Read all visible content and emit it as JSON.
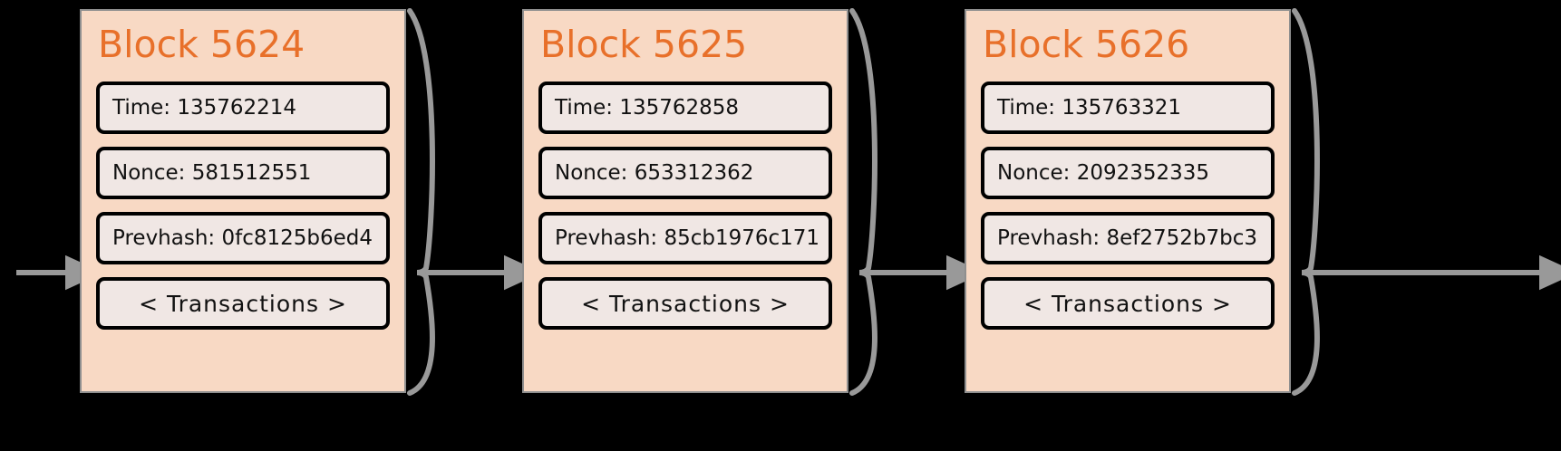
{
  "diagram": {
    "type": "blockchain-chain",
    "background_color": "#000000",
    "block_fill": "#f8d9c4",
    "block_border_color": "#8f8f8f",
    "title_color": "#e8702a",
    "field_fill": "#f0e7e4",
    "field_border_color": "#000000",
    "connector_color": "#999999",
    "blocks": [
      {
        "title": "Block 5624",
        "time": "Time: 135762214",
        "nonce": "Nonce: 581512551",
        "prevhash": "Prevhash: 0fc8125b6ed4",
        "transactions": "< Transactions >"
      },
      {
        "title": "Block 5625",
        "time": "Time: 135762858",
        "nonce": "Nonce: 653312362",
        "prevhash": "Prevhash: 85cb1976c171",
        "transactions": "< Transactions >"
      },
      {
        "title": "Block 5626",
        "time": "Time: 135763321",
        "nonce": "Nonce: 2092352335",
        "prevhash": "Prevhash: 8ef2752b7bc3",
        "transactions": "< Transactions >"
      }
    ]
  }
}
